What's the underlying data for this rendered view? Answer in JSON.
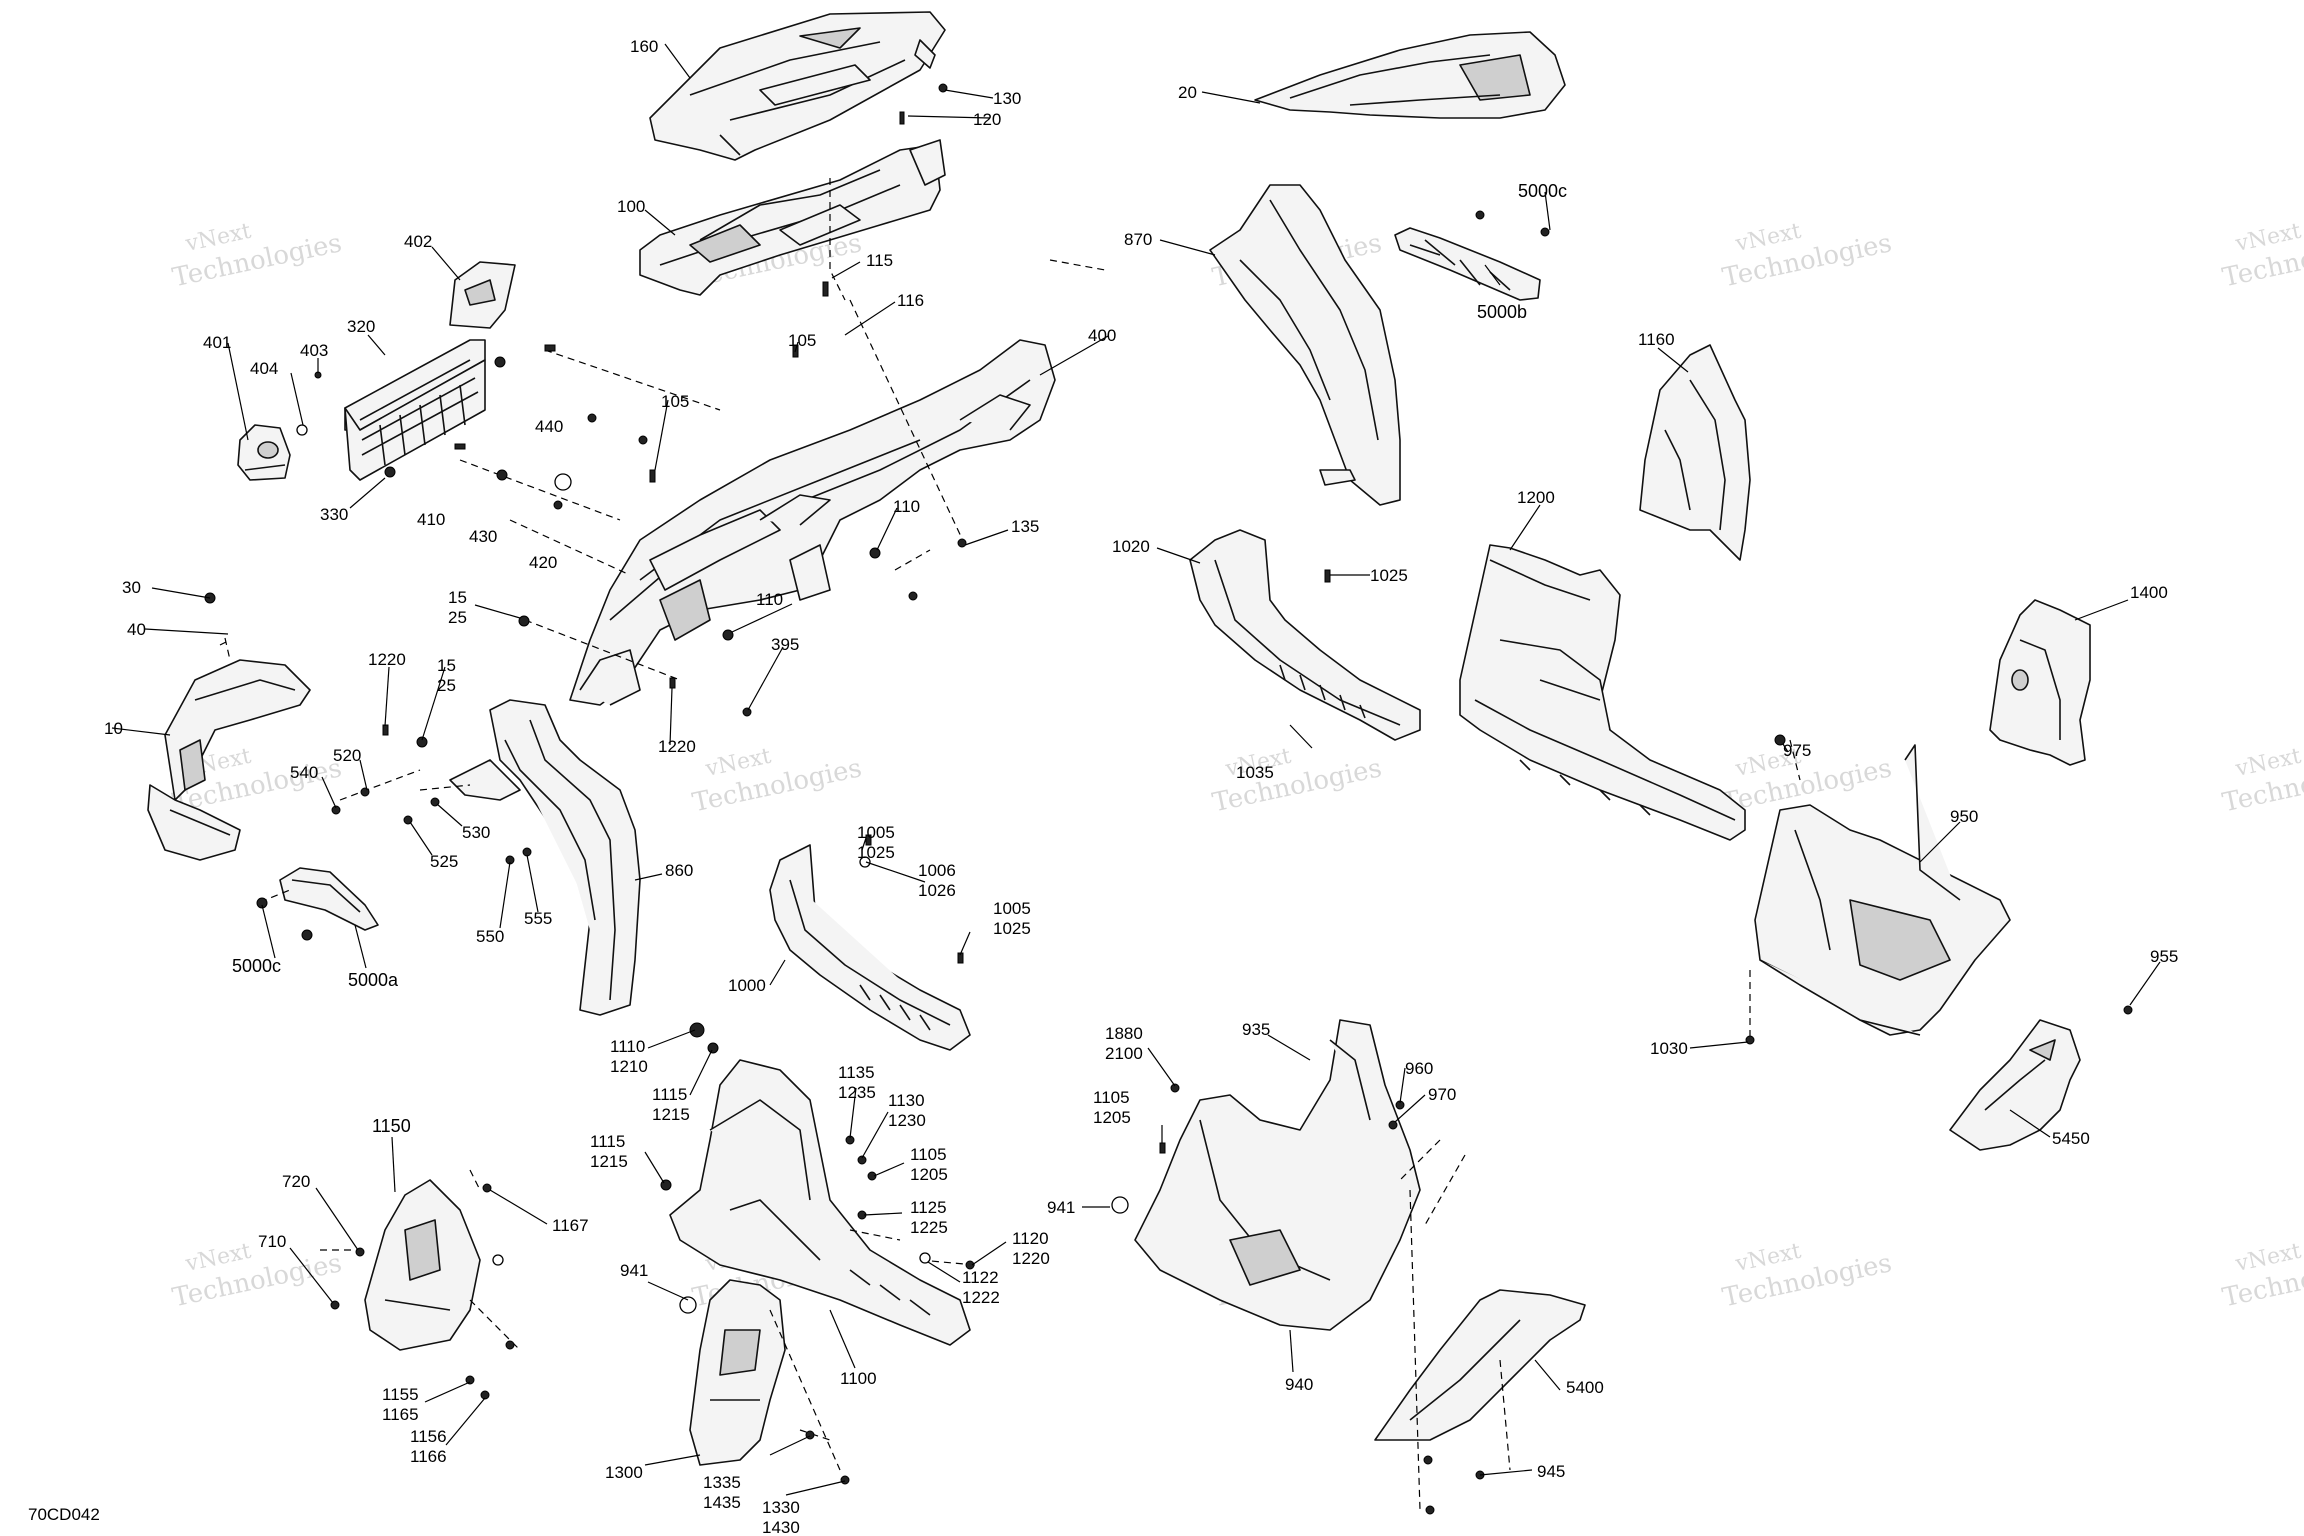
{
  "diagram_code": "70CD042",
  "watermark": {
    "line1": "vNext",
    "line2": "Technologies",
    "inline": "vNext Technologies"
  },
  "labels": {
    "l160": "160",
    "l130": "130",
    "l120": "120",
    "l100": "100",
    "l115": "115",
    "l116": "116",
    "l402": "402",
    "l320": "320",
    "l401": "401",
    "l404": "404",
    "l403": "403",
    "l330": "330",
    "l440": "440",
    "l410": "410",
    "l430": "430",
    "l420": "420",
    "l105a": "105",
    "l105b": "105",
    "l400": "400",
    "l110a": "110",
    "l110b": "110",
    "l135": "135",
    "l395": "395",
    "l30": "30",
    "l40": "40",
    "l10": "10",
    "l15a": "15",
    "l25a": "25",
    "l15b": "15",
    "l25b": "25",
    "l1220a": "1220",
    "l1220b": "1220",
    "l520": "520",
    "l540": "540",
    "l530": "530",
    "l525": "525",
    "l550": "550",
    "l555": "555",
    "l860": "860",
    "l5000c_left": "5000c",
    "l5000a": "5000a",
    "l20": "20",
    "l870": "870",
    "l5000c_right": "5000c",
    "l5000b": "5000b",
    "l1160": "1160",
    "l1020": "1020",
    "l1025a": "1025",
    "l1035": "1035",
    "l1200": "1200",
    "l1400": "1400",
    "l975": "975",
    "l950": "950",
    "l955": "955",
    "l1030": "1030",
    "l5450": "5450",
    "l1005a": "1005",
    "l1025b": "1025",
    "l1006": "1006",
    "l1026": "1026",
    "l1005b": "1005",
    "l1025c": "1025",
    "l1000": "1000",
    "l1110": "1110",
    "l1210": "1210",
    "l1115a": "1115",
    "l1215a": "1215",
    "l1135": "1135",
    "l1235": "1235",
    "l1130": "1130",
    "l1230": "1230",
    "l1115b": "1115",
    "l1215b": "1215",
    "l1105a": "1105",
    "l1205a": "1205",
    "l1125": "1125",
    "l1225": "1225",
    "l1120": "1120",
    "l1220c": "1220",
    "l1122": "1122",
    "l1222": "1222",
    "l1100": "1100",
    "l941a": "941",
    "l1300": "1300",
    "l1335": "1335",
    "l1435": "1435",
    "l1330": "1330",
    "l1430": "1430",
    "l1150": "1150",
    "l720": "720",
    "l710": "710",
    "l1167": "1167",
    "l1155": "1155",
    "l1165": "1165",
    "l1156": "1156",
    "l1166": "1166",
    "l1880": "1880",
    "l2100": "2100",
    "l935": "935",
    "l960": "960",
    "l970": "970",
    "l1105b": "1105",
    "l1205b": "1205",
    "l941b": "941",
    "l940": "940",
    "l5400": "5400",
    "l945": "945"
  }
}
